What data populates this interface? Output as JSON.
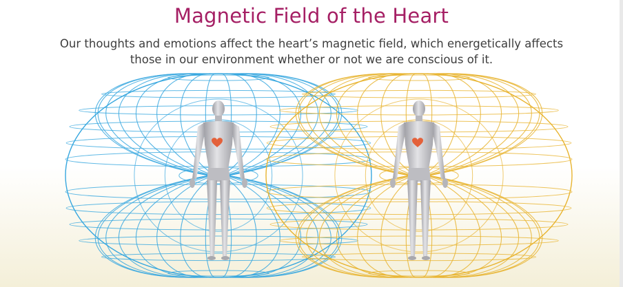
{
  "title": "Magnetic Field of the Heart",
  "subtitle_lines": [
    "Our thoughts and emotions affect the heart’s magnetic field, which energetically affects",
    "those in our environment whether or not we are conscious of it."
  ],
  "fields": [
    {
      "color": "#37a7df",
      "icon": "torus-field"
    },
    {
      "color": "#e8b430",
      "icon": "torus-field"
    }
  ],
  "colors": {
    "title": "#a51f64",
    "text": "#3d3d3d",
    "heart": "#e4613a",
    "body": "#c9c9cd"
  }
}
